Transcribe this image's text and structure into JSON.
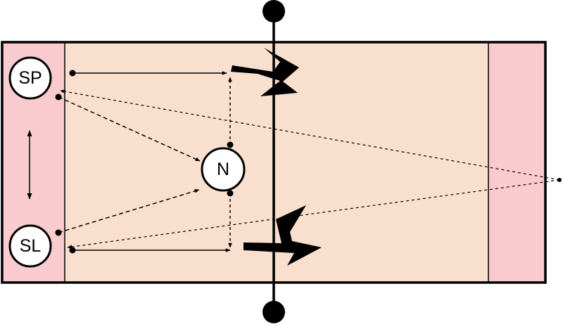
{
  "colors": {
    "court": "#f9dfcd",
    "end_zones": "#f9cbce",
    "lines": "#000000",
    "node_fill": "#ffffff"
  },
  "nodes": {
    "sp": {
      "label": "SP"
    },
    "n": {
      "label": "N"
    },
    "sl": {
      "label": "SL"
    }
  },
  "icons": {
    "attack_arrows": "zigzag-arrow-icon",
    "net_posts": "filled-circle-icon",
    "rotation": "double-headed-arrow-icon"
  }
}
